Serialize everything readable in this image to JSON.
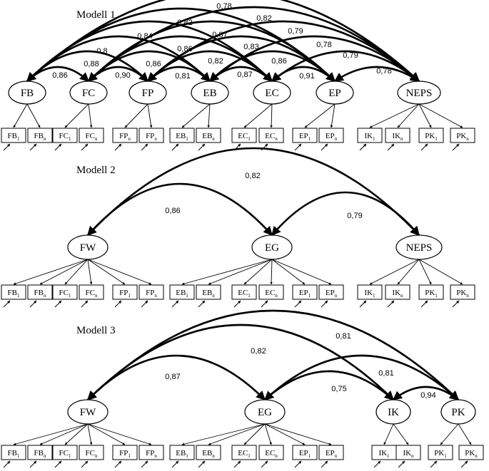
{
  "models": [
    {
      "title": "Modell 1",
      "latents": [
        {
          "id": "FB",
          "label": "FB",
          "indicators": [
            [
              "FB",
              "1"
            ],
            [
              "FB",
              "n"
            ]
          ]
        },
        {
          "id": "FC",
          "label": "FC",
          "indicators": [
            [
              "FC",
              "1"
            ],
            [
              "FC",
              "n"
            ]
          ]
        },
        {
          "id": "FP",
          "label": "FP",
          "indicators": [
            [
              "FP",
              "n"
            ],
            [
              "FP",
              "n"
            ]
          ]
        },
        {
          "id": "EB",
          "label": "EB",
          "indicators": [
            [
              "EB",
              "1"
            ],
            [
              "EB",
              "n"
            ]
          ]
        },
        {
          "id": "EC",
          "label": "EC",
          "indicators": [
            [
              "EC",
              "1"
            ],
            [
              "EC",
              "n"
            ]
          ]
        },
        {
          "id": "EP",
          "label": "EP",
          "indicators": [
            [
              "EP",
              "1"
            ],
            [
              "EP",
              "n"
            ]
          ]
        },
        {
          "id": "NEPS",
          "label": "NEPS",
          "indicators": [
            [
              "IK",
              "1"
            ],
            [
              "IK",
              "n"
            ],
            [
              "PK",
              "1"
            ],
            [
              "PK",
              "n"
            ]
          ]
        }
      ],
      "correlations": [
        {
          "from": "FB",
          "to": "FC",
          "value": "0,86"
        },
        {
          "from": "FB",
          "to": "FP",
          "value": "0,88"
        },
        {
          "from": "FB",
          "to": "EB",
          "value": "0,8"
        },
        {
          "from": "FB",
          "to": "EC",
          "value": "0,84"
        },
        {
          "from": "FB",
          "to": "EP",
          "value": "0,82"
        },
        {
          "from": "FB",
          "to": "NEPS",
          "value": "0,78"
        },
        {
          "from": "FC",
          "to": "FP",
          "value": "0,90"
        },
        {
          "from": "FC",
          "to": "EB",
          "value": "0,86"
        },
        {
          "from": "FC",
          "to": "EC",
          "value": "0,86"
        },
        {
          "from": "FC",
          "to": "EP",
          "value": "0,87"
        },
        {
          "from": "FC",
          "to": "NEPS",
          "value": "0,82"
        },
        {
          "from": "FP",
          "to": "EB",
          "value": "0,81"
        },
        {
          "from": "FP",
          "to": "EC",
          "value": "0,82"
        },
        {
          "from": "FP",
          "to": "EP",
          "value": "0,83"
        },
        {
          "from": "FP",
          "to": "NEPS",
          "value": "0,79"
        },
        {
          "from": "EB",
          "to": "EC",
          "value": "0,87"
        },
        {
          "from": "EB",
          "to": "EP",
          "value": "0,86"
        },
        {
          "from": "EB",
          "to": "NEPS",
          "value": "0,78"
        },
        {
          "from": "EC",
          "to": "EP",
          "value": "0,91"
        },
        {
          "from": "EC",
          "to": "NEPS",
          "value": "0,79"
        },
        {
          "from": "EP",
          "to": "NEPS",
          "value": "0,78"
        }
      ]
    },
    {
      "title": "Modell 2",
      "latents": [
        {
          "id": "FW",
          "label": "FW",
          "indicators": [
            [
              "FB",
              "1"
            ],
            [
              "FB",
              "n"
            ],
            [
              "FC",
              "1"
            ],
            [
              "FC",
              "n"
            ],
            [
              "FP",
              "1"
            ],
            [
              "FP",
              "n"
            ]
          ]
        },
        {
          "id": "EG",
          "label": "EG",
          "indicators": [
            [
              "EB",
              "1"
            ],
            [
              "EB",
              "n"
            ],
            [
              "EC",
              "1"
            ],
            [
              "EC",
              "n"
            ],
            [
              "EP",
              "1"
            ],
            [
              "EP",
              "n"
            ]
          ]
        },
        {
          "id": "NEPS",
          "label": "NEPS",
          "indicators": [
            [
              "IK",
              "1"
            ],
            [
              "IK",
              "n"
            ],
            [
              "PK",
              "1"
            ],
            [
              "PK",
              "n"
            ]
          ]
        }
      ],
      "correlations": [
        {
          "from": "FW",
          "to": "EG",
          "value": "0,86"
        },
        {
          "from": "FW",
          "to": "NEPS",
          "value": "0,82"
        },
        {
          "from": "EG",
          "to": "NEPS",
          "value": "0,79"
        }
      ]
    },
    {
      "title": "Modell 3",
      "latents": [
        {
          "id": "FW",
          "label": "FW",
          "indicators": [
            [
              "FB",
              "1"
            ],
            [
              "FB",
              "n"
            ],
            [
              "FC",
              "1"
            ],
            [
              "FC",
              "n"
            ],
            [
              "FP",
              "1"
            ],
            [
              "FP",
              "n"
            ]
          ]
        },
        {
          "id": "EG",
          "label": "EG",
          "indicators": [
            [
              "EB",
              "1"
            ],
            [
              "EB",
              "n"
            ],
            [
              "EC",
              "1"
            ],
            [
              "EC",
              "n"
            ],
            [
              "EP",
              "1"
            ],
            [
              "EP",
              "n"
            ]
          ]
        },
        {
          "id": "IK",
          "label": "IK",
          "indicators": [
            [
              "IK",
              "1"
            ],
            [
              "IK",
              "n"
            ]
          ]
        },
        {
          "id": "PK",
          "label": "PK",
          "indicators": [
            [
              "PK",
              "1"
            ],
            [
              "PK",
              "n"
            ]
          ]
        }
      ],
      "correlations": [
        {
          "from": "FW",
          "to": "EG",
          "value": "0,87"
        },
        {
          "from": "FW",
          "to": "IK",
          "value": "0,82"
        },
        {
          "from": "FW",
          "to": "PK",
          "value": "0,81"
        },
        {
          "from": "EG",
          "to": "IK",
          "value": "0,75"
        },
        {
          "from": "EG",
          "to": "PK",
          "value": "0,81"
        },
        {
          "from": "IK",
          "to": "PK",
          "value": "0,94"
        }
      ]
    }
  ]
}
